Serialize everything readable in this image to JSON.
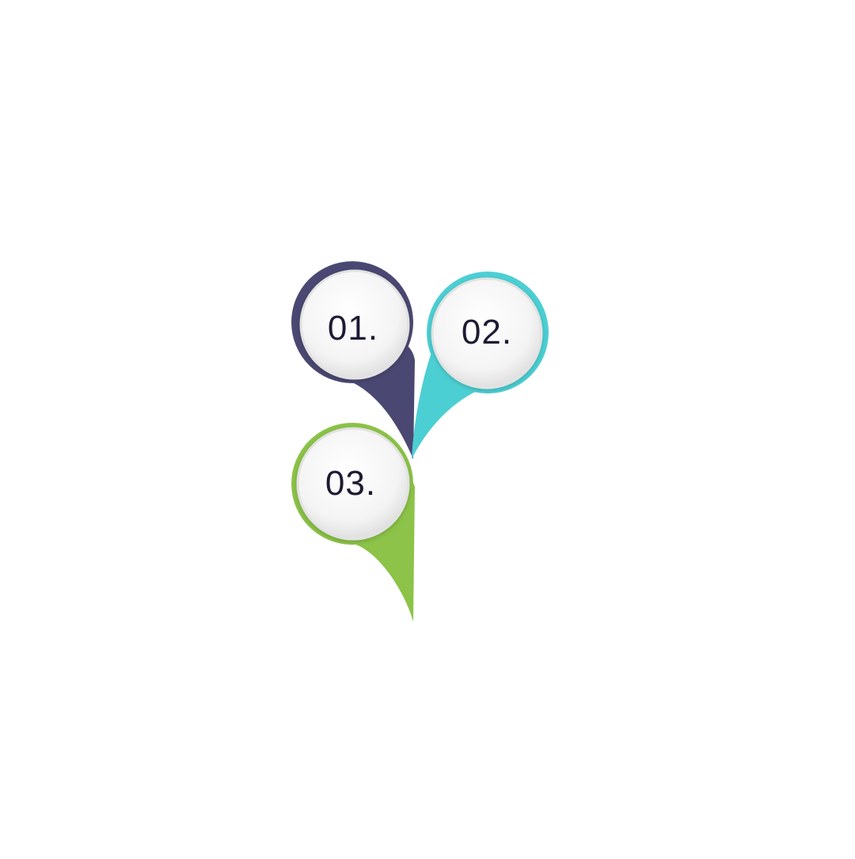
{
  "diagram": {
    "steps": [
      {
        "label": "01.",
        "color": "#4a4872"
      },
      {
        "label": "02.",
        "color": "#4ccfd3"
      },
      {
        "label": "03.",
        "color": "#8cc348"
      }
    ],
    "colors": {
      "background": "#ffffff",
      "circle_fill": "#f5f5f5",
      "circle_rim": "#e2e2e2",
      "text": "#1c1b33"
    }
  }
}
